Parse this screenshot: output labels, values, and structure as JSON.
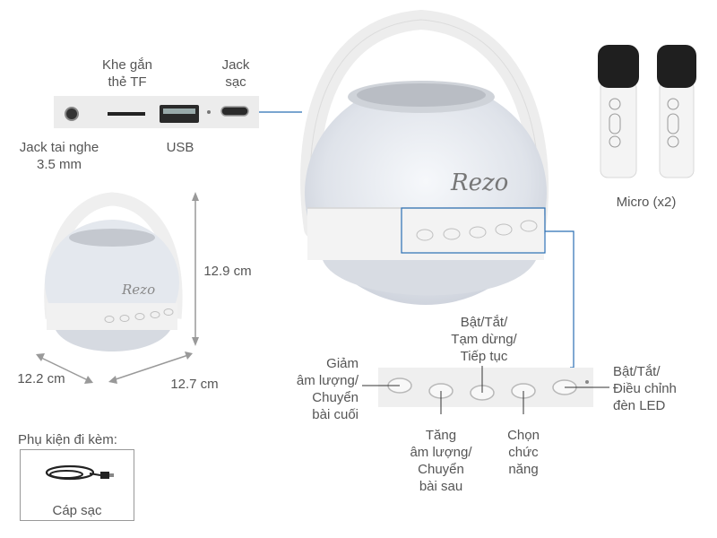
{
  "ports": {
    "tf_slot": "Khe gắn\nthẻ TF",
    "charge_jack": "Jack\nsạc",
    "headphone_jack": "Jack tai nghe\n3.5 mm",
    "usb": "USB"
  },
  "product": {
    "brand_logo": "Rezo",
    "micro_label": "Micro (x2)"
  },
  "dimensions": {
    "height": "12.9 cm",
    "depth": "12.2 cm",
    "width": "12.7 cm"
  },
  "buttons": {
    "play_pause": "Bật/Tắt/\nTạm dừng/\nTiếp tục",
    "vol_down": "Giảm\nâm lượng/\nChuyển\nbài cuối",
    "power_led": "Bật/Tắt/\nĐiều chỉnh\nđèn LED",
    "vol_up": "Tăng\nâm lượng/\nChuyển\nbài sau",
    "mode": "Chọn\nchức\nnăng"
  },
  "accessories": {
    "heading": "Phụ kiện đi kèm:",
    "cable_label": "Cáp sạc"
  },
  "colors": {
    "line": "#2b6fb4",
    "body": "#e9ecf2",
    "handle": "#f7f7f7"
  }
}
